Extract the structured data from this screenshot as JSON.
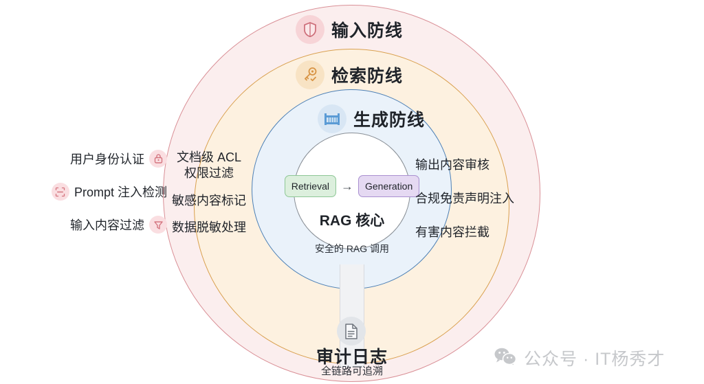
{
  "diagram": {
    "rings": [
      {
        "id": "input",
        "label": "输入防线",
        "icon": "shield-icon",
        "fill": "#fbeeee",
        "stroke": "#d98f96"
      },
      {
        "id": "retrieval",
        "label": "检索防线",
        "icon": "key-check-icon",
        "fill": "#fdf1e0",
        "stroke": "#d9a04e"
      },
      {
        "id": "generation",
        "label": "生成防线",
        "icon": "barrier-fence-icon",
        "fill": "#eaf2fa",
        "stroke": "#4b7fb5"
      }
    ],
    "core": {
      "retrieval_box": "Retrieval",
      "arrow": "→",
      "generation_box": "Generation",
      "title": "RAG 核心",
      "subtitle": "安全的 RAG 调用",
      "retrieval_color": "#dcefdd",
      "generation_color": "#e5d9f2"
    },
    "left_column": [
      {
        "label": "用户身份认证",
        "icon": "lock-icon",
        "icon_side": "right"
      },
      {
        "label": "Prompt 注入检测",
        "icon": "scan-detect-icon",
        "icon_side": "left"
      },
      {
        "label": "输入内容过滤",
        "icon": "funnel-filter-icon",
        "icon_side": "right"
      }
    ],
    "middle_column": [
      {
        "line1": "文档级 ACL",
        "line2": "权限过滤"
      },
      {
        "line1": "敏感内容标记",
        "line2": ""
      },
      {
        "line1": "数据脱敏处理",
        "line2": ""
      }
    ],
    "right_column": [
      {
        "label": "输出内容审核"
      },
      {
        "label": "合规免责声明注入"
      },
      {
        "label": "有害内容拦截"
      }
    ],
    "audit": {
      "icon": "document-icon",
      "title": "审计日志",
      "subtitle": "全链路可追溯"
    },
    "watermark": {
      "icon": "wechat-icon",
      "text": "公众号 · IT杨秀才"
    }
  }
}
